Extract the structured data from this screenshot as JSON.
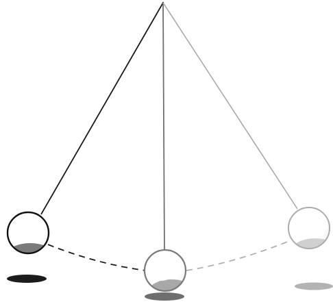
{
  "diagram": {
    "subject": "pendulum",
    "positions": [
      {
        "id": "left",
        "string_color": "#1a1a1a",
        "bob_rim": "#111111",
        "bob_shade": "#7a7a7a",
        "shadow_color": "#1c1c1c"
      },
      {
        "id": "center",
        "string_color": "#6f6f6f",
        "bob_rim": "#7a7a7a",
        "bob_shade": "#a8a8a8",
        "shadow_color": "#6e6e6e"
      },
      {
        "id": "right",
        "string_color": "#a9a9a9",
        "bob_rim": "#ababab",
        "bob_shade": "#d0d0d0",
        "shadow_color": "#b3b3b3"
      }
    ],
    "path_colors": [
      "#1a1a1a",
      "#8a8a8a",
      "#b0b0b0"
    ],
    "background": "#ffffff"
  }
}
